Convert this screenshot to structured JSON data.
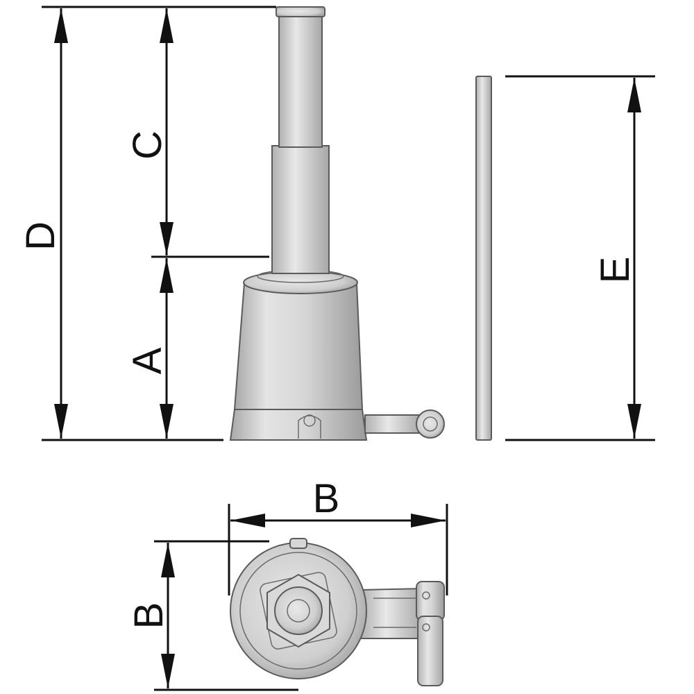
{
  "labels": {
    "dim_d": "D",
    "dim_c": "C",
    "dim_a": "A",
    "dim_e": "E",
    "dim_b_top": "B",
    "dim_b_side": "B"
  },
  "colors": {
    "line": "#111111",
    "body_light": "#e6e6e6",
    "body_mid": "#cfcfcf",
    "body_dark": "#a9a9a9",
    "outline": "#5a5a5a"
  }
}
